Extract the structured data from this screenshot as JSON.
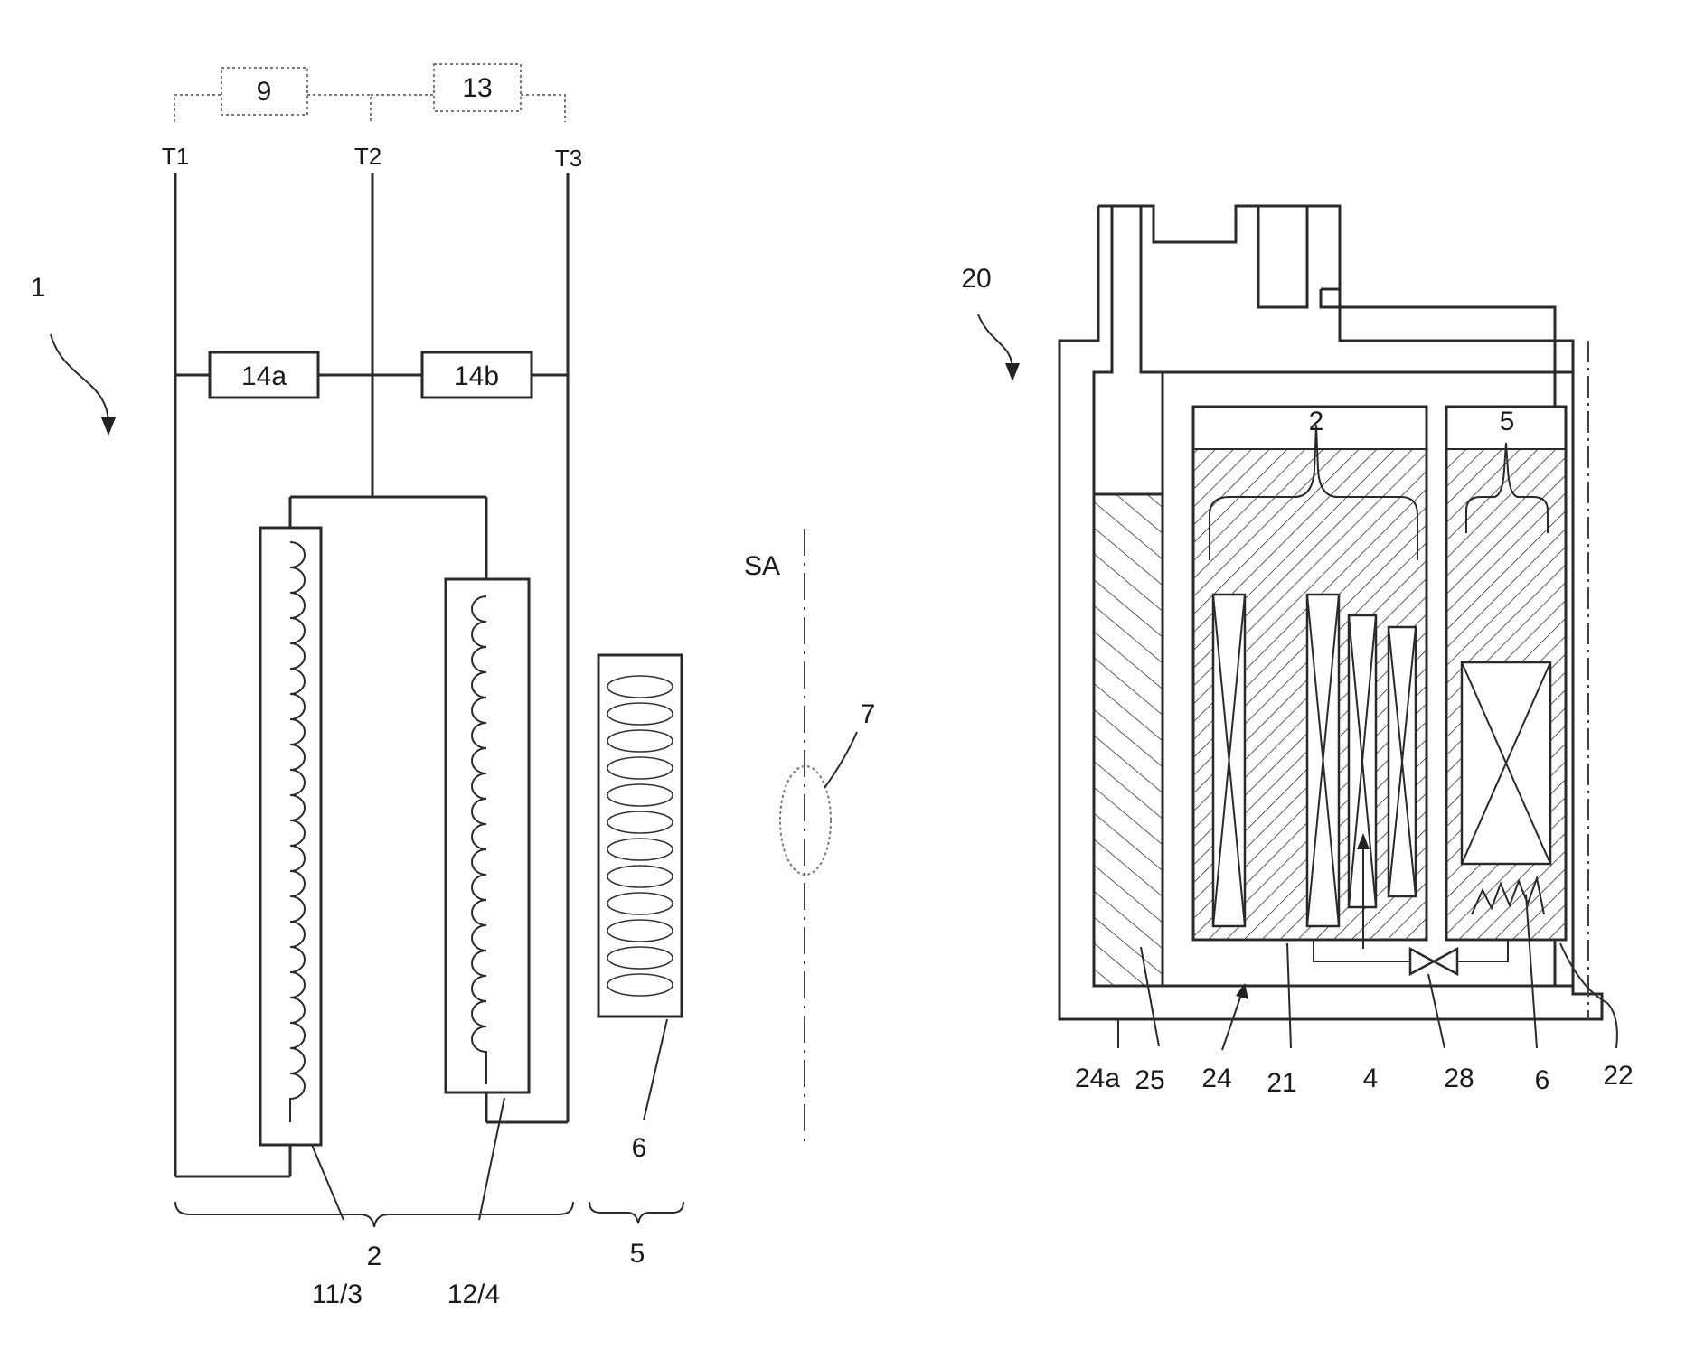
{
  "figure_left": {
    "ref": "1",
    "terminals": [
      "T1",
      "T2",
      "T3"
    ],
    "controller_boxes": [
      "9",
      "13"
    ],
    "resistors": [
      "14a",
      "14b"
    ],
    "coil_labels": [
      "11/3",
      "12/4"
    ],
    "group_labels": {
      "magnet": "2",
      "shim_group": "5",
      "shim_coil": "6"
    },
    "axis_label": "SA",
    "region_label": "7"
  },
  "figure_right": {
    "ref": "20",
    "top_labels": {
      "magnet": "2",
      "shim": "5"
    },
    "bottom_labels": [
      "24a",
      "25",
      "24",
      "21",
      "4",
      "28",
      "6",
      "22"
    ]
  }
}
